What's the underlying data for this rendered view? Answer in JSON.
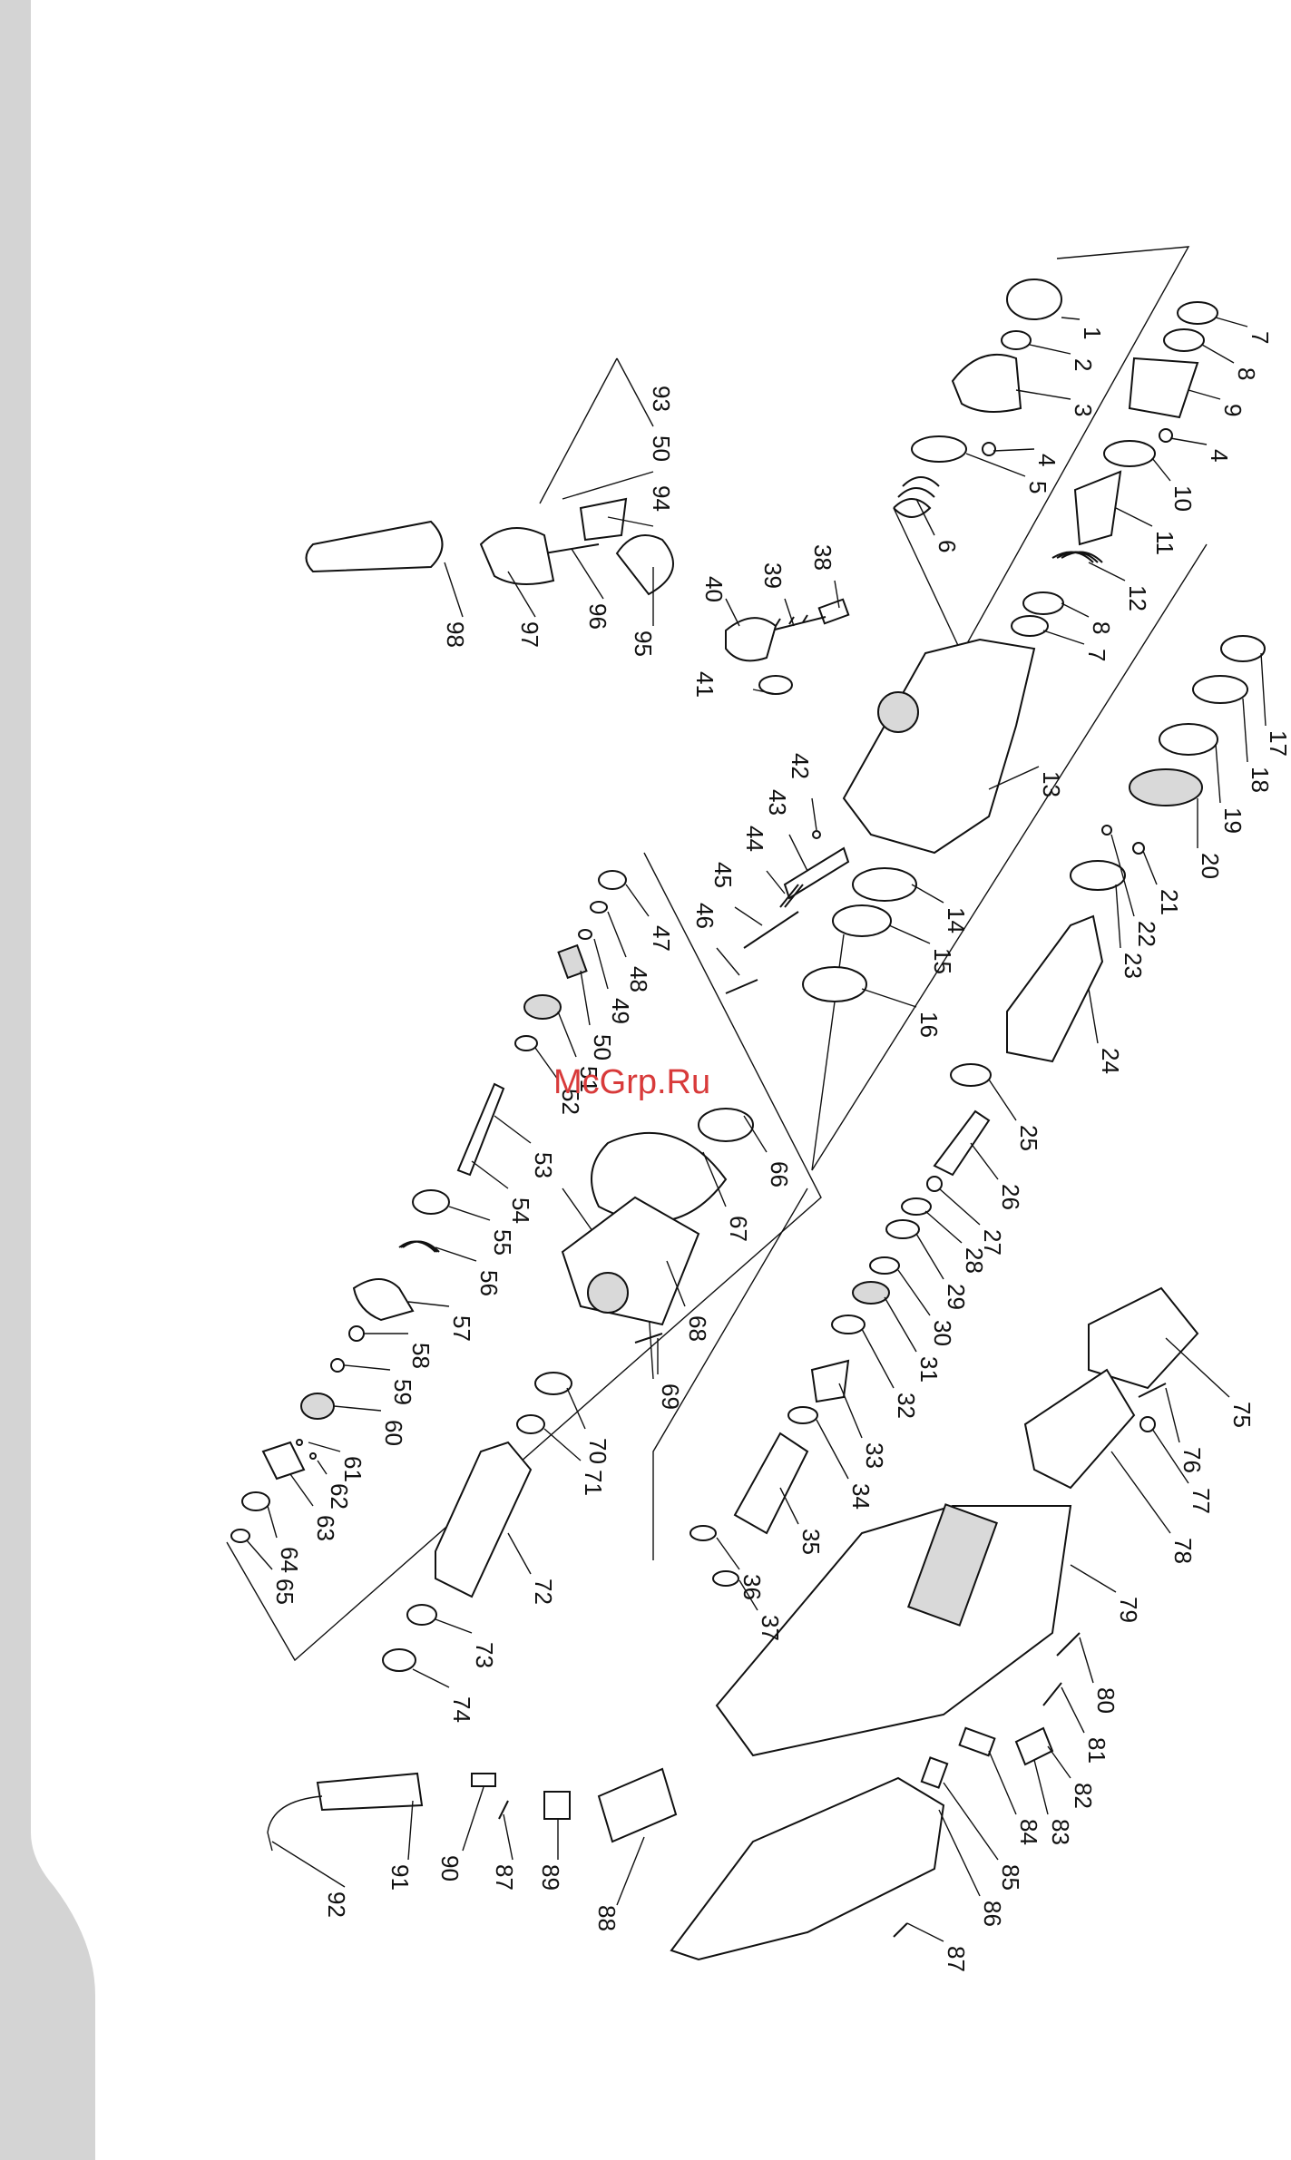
{
  "watermark": "McGrp.Ru",
  "callouts": [
    {
      "id": "c1",
      "text": "1"
    },
    {
      "id": "c2",
      "text": "2"
    },
    {
      "id": "c3",
      "text": "3"
    },
    {
      "id": "c4a",
      "text": "4"
    },
    {
      "id": "c5",
      "text": "5"
    },
    {
      "id": "c6",
      "text": "6"
    },
    {
      "id": "c7a",
      "text": "7"
    },
    {
      "id": "c8a",
      "text": "8"
    },
    {
      "id": "c9",
      "text": "9"
    },
    {
      "id": "c4b",
      "text": "4"
    },
    {
      "id": "c10",
      "text": "10"
    },
    {
      "id": "c11",
      "text": "11"
    },
    {
      "id": "c12",
      "text": "12"
    },
    {
      "id": "c8b",
      "text": "8"
    },
    {
      "id": "c7b",
      "text": "7"
    },
    {
      "id": "c13",
      "text": "13"
    },
    {
      "id": "c14",
      "text": "14"
    },
    {
      "id": "c15",
      "text": "15"
    },
    {
      "id": "c16",
      "text": "16"
    },
    {
      "id": "c17",
      "text": "17"
    },
    {
      "id": "c18",
      "text": "18"
    },
    {
      "id": "c19",
      "text": "19"
    },
    {
      "id": "c20",
      "text": "20"
    },
    {
      "id": "c21",
      "text": "21"
    },
    {
      "id": "c22",
      "text": "22"
    },
    {
      "id": "c23",
      "text": "23"
    },
    {
      "id": "c24",
      "text": "24"
    },
    {
      "id": "c25",
      "text": "25"
    },
    {
      "id": "c26",
      "text": "26"
    },
    {
      "id": "c27",
      "text": "27"
    },
    {
      "id": "c28",
      "text": "28"
    },
    {
      "id": "c29",
      "text": "29"
    },
    {
      "id": "c30",
      "text": "30"
    },
    {
      "id": "c31",
      "text": "31"
    },
    {
      "id": "c32",
      "text": "32"
    },
    {
      "id": "c33",
      "text": "33"
    },
    {
      "id": "c34",
      "text": "34"
    },
    {
      "id": "c35",
      "text": "35"
    },
    {
      "id": "c36",
      "text": "36"
    },
    {
      "id": "c37",
      "text": "37"
    },
    {
      "id": "c38",
      "text": "38"
    },
    {
      "id": "c39",
      "text": "39"
    },
    {
      "id": "c40",
      "text": "40"
    },
    {
      "id": "c41",
      "text": "41"
    },
    {
      "id": "c42",
      "text": "42"
    },
    {
      "id": "c43",
      "text": "43"
    },
    {
      "id": "c44",
      "text": "44"
    },
    {
      "id": "c45",
      "text": "45"
    },
    {
      "id": "c46",
      "text": "46"
    },
    {
      "id": "c47",
      "text": "47"
    },
    {
      "id": "c48",
      "text": "48"
    },
    {
      "id": "c49",
      "text": "49"
    },
    {
      "id": "c50a",
      "text": "50"
    },
    {
      "id": "c51",
      "text": "51"
    },
    {
      "id": "c52",
      "text": "52"
    },
    {
      "id": "c53",
      "text": "53"
    },
    {
      "id": "c54",
      "text": "54"
    },
    {
      "id": "c55",
      "text": "55"
    },
    {
      "id": "c56",
      "text": "56"
    },
    {
      "id": "c57",
      "text": "57"
    },
    {
      "id": "c58",
      "text": "58"
    },
    {
      "id": "c59",
      "text": "59"
    },
    {
      "id": "c60",
      "text": "60"
    },
    {
      "id": "c61",
      "text": "61"
    },
    {
      "id": "c62",
      "text": "62"
    },
    {
      "id": "c63",
      "text": "63"
    },
    {
      "id": "c64",
      "text": "64"
    },
    {
      "id": "c65",
      "text": "65"
    },
    {
      "id": "c66",
      "text": "66"
    },
    {
      "id": "c67",
      "text": "67"
    },
    {
      "id": "c68",
      "text": "68"
    },
    {
      "id": "c69",
      "text": "69"
    },
    {
      "id": "c70",
      "text": "70"
    },
    {
      "id": "c71",
      "text": "71"
    },
    {
      "id": "c72",
      "text": "72"
    },
    {
      "id": "c73",
      "text": "73"
    },
    {
      "id": "c74",
      "text": "74"
    },
    {
      "id": "c75",
      "text": "75"
    },
    {
      "id": "c76",
      "text": "76"
    },
    {
      "id": "c77",
      "text": "77"
    },
    {
      "id": "c78",
      "text": "78"
    },
    {
      "id": "c79",
      "text": "79"
    },
    {
      "id": "c80",
      "text": "80"
    },
    {
      "id": "c81",
      "text": "81"
    },
    {
      "id": "c82",
      "text": "82"
    },
    {
      "id": "c83",
      "text": "83"
    },
    {
      "id": "c84",
      "text": "84"
    },
    {
      "id": "c85",
      "text": "85"
    },
    {
      "id": "c86",
      "text": "86"
    },
    {
      "id": "c87a",
      "text": "87"
    },
    {
      "id": "c88",
      "text": "88"
    },
    {
      "id": "c89",
      "text": "89"
    },
    {
      "id": "c90",
      "text": "90"
    },
    {
      "id": "c87b",
      "text": "87"
    },
    {
      "id": "c91",
      "text": "91"
    },
    {
      "id": "c92",
      "text": "92"
    },
    {
      "id": "c93",
      "text": "93"
    },
    {
      "id": "c50b",
      "text": "50"
    },
    {
      "id": "c94",
      "text": "94"
    },
    {
      "id": "c95",
      "text": "95"
    },
    {
      "id": "c96",
      "text": "96"
    },
    {
      "id": "c97",
      "text": "97"
    },
    {
      "id": "c98",
      "text": "98"
    }
  ]
}
